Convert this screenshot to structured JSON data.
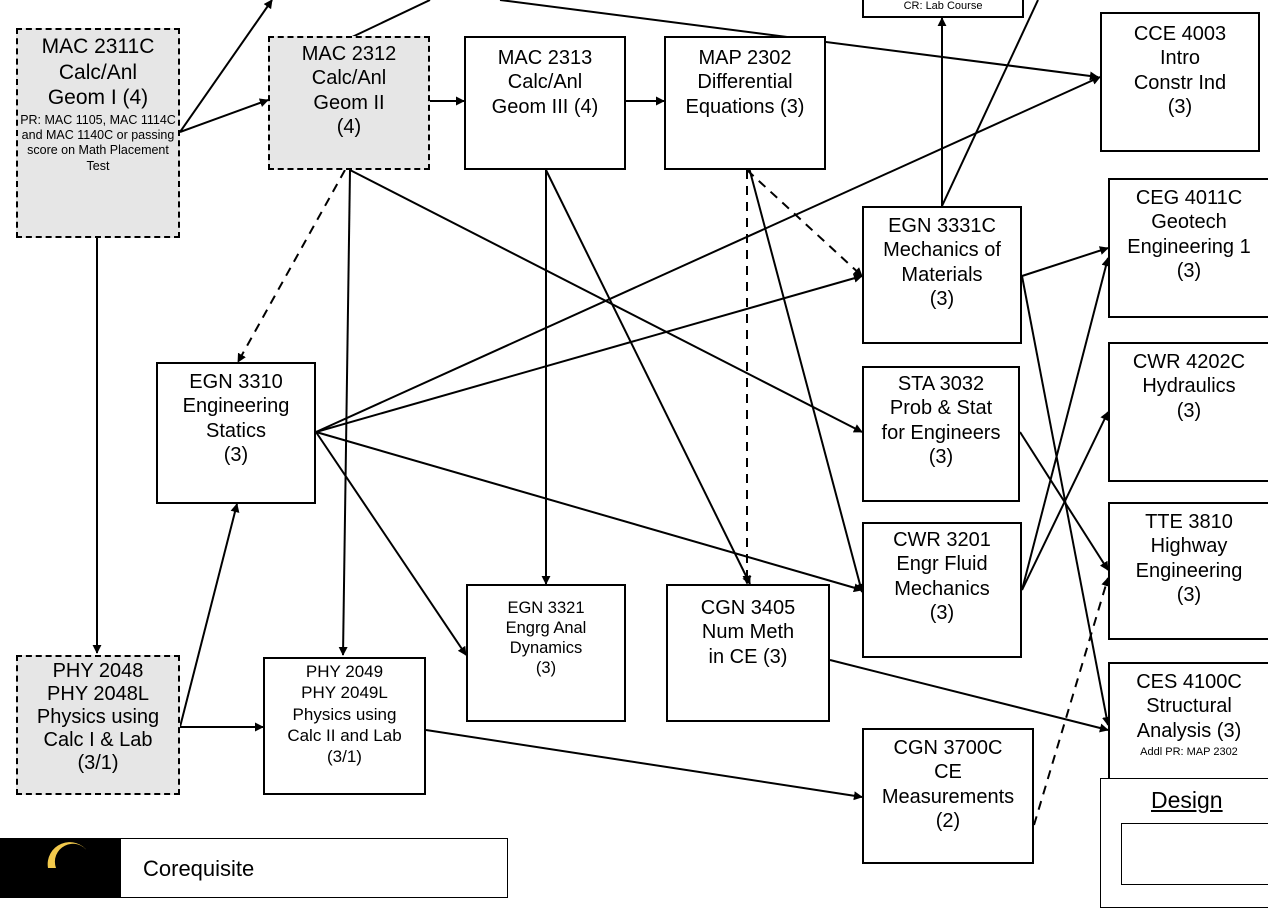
{
  "nodes": {
    "mac2311c": {
      "code": "MAC 2311C",
      "l2": "Calc/Anl",
      "l3": "Geom I (4)",
      "pr": "PR:  MAC 1105, MAC 1114C and MAC 1140C or passing score on Math Placement Test"
    },
    "mac2312": {
      "code": "MAC 2312",
      "l2": "Calc/Anl",
      "l3": "Geom II",
      "l4": "(4)"
    },
    "mac2313": {
      "code": "MAC 2313",
      "l2": "Calc/Anl",
      "l3": "Geom III (4)"
    },
    "map2302": {
      "code": "MAP 2302",
      "l2": "Differential",
      "l3": "Equations (3)"
    },
    "cr_lab": {
      "text": "CR: Lab Course"
    },
    "cce4003": {
      "code": "CCE 4003",
      "l2": "Intro",
      "l3": "Constr Ind",
      "l4": "(3)"
    },
    "ceg4011c": {
      "code": "CEG 4011C",
      "l2": "Geotech",
      "l3": "Engineering 1",
      "l4": "(3)"
    },
    "egn3331c": {
      "code": "EGN 3331C",
      "l2": "Mechanics of",
      "l3": "Materials",
      "l4": "(3)"
    },
    "egn3310": {
      "code": "EGN 3310",
      "l2": "Engineering",
      "l3": "Statics",
      "l4": "(3)"
    },
    "sta3032": {
      "code": "STA 3032",
      "l2": "Prob & Stat",
      "l3": "for Engineers",
      "l4": "(3)"
    },
    "cwr4202c": {
      "code": "CWR 4202C",
      "l2": "Hydraulics",
      "l3": "(3)"
    },
    "cwr3201": {
      "code": "CWR 3201",
      "l2": "Engr Fluid",
      "l3": "Mechanics",
      "l4": "(3)"
    },
    "tte3810": {
      "code": "TTE 3810",
      "l2": "Highway",
      "l3": "Engineering",
      "l4": "(3)"
    },
    "egn3321": {
      "code": "EGN 3321",
      "l2": "Engrg Anal",
      "l3": "Dynamics",
      "l4": "(3)"
    },
    "cgn3405": {
      "code": "CGN 3405",
      "l2": "Num Meth",
      "l3": "in CE (3)"
    },
    "phy2048": {
      "code": "PHY 2048",
      "l2": "PHY 2048L",
      "l3": "Physics using",
      "l4": "Calc I & Lab",
      "l5": "(3/1)"
    },
    "phy2049": {
      "code": "PHY 2049",
      "l2": "PHY 2049L",
      "l3": "Physics using",
      "l4": "Calc II and Lab",
      "l5": "(3/1)"
    },
    "ces4100c": {
      "code": "CES 4100C",
      "l2": "Structural",
      "l3": "Analysis (3)",
      "pr": "Addl PR:  MAP 2302"
    },
    "cgn3700c": {
      "code": "CGN 3700C",
      "l2": "CE",
      "l3": "Measurements",
      "l4": "(2)"
    }
  },
  "legend": {
    "text": "Corequisite"
  },
  "design": {
    "title": "Design"
  },
  "colors": {
    "prereq_box_fill": "#e6e6e6",
    "line": "#000000"
  }
}
